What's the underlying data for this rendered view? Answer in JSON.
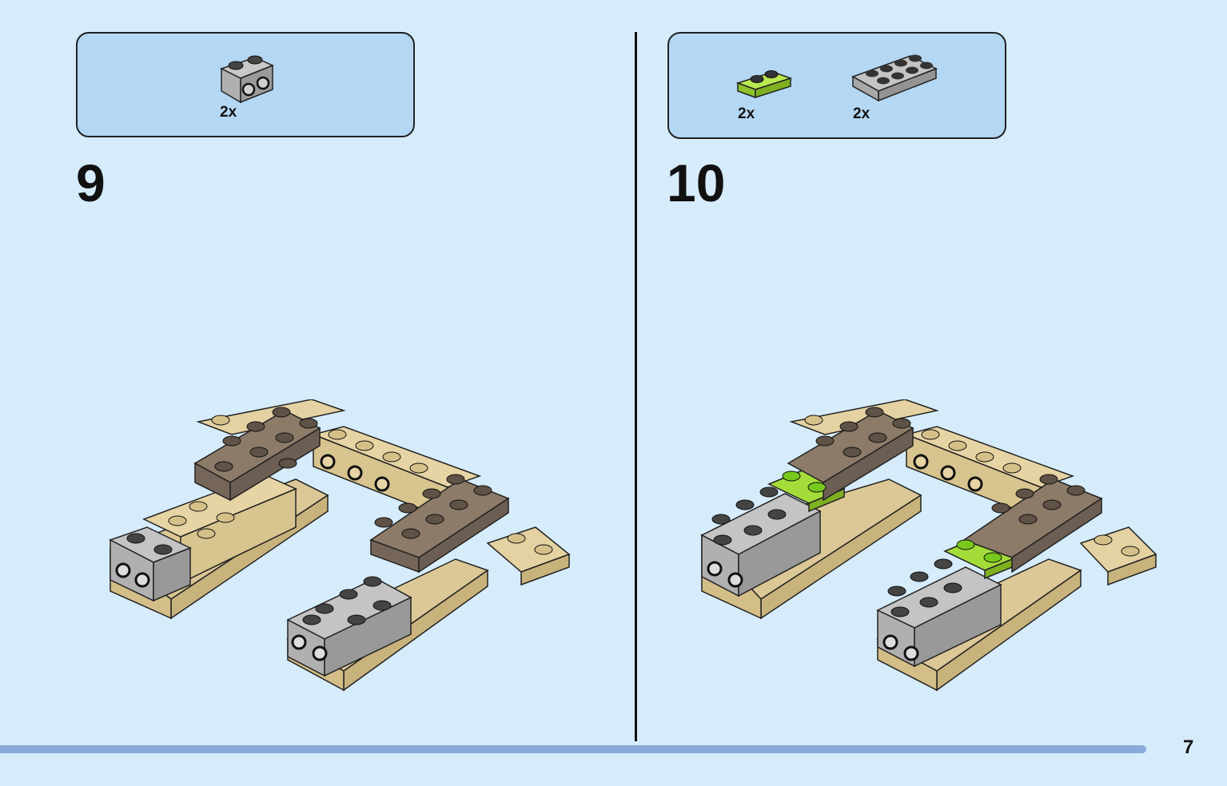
{
  "steps": [
    {
      "number": "9",
      "parts": [
        {
          "icon": "brick-1x2-with-studs-on-side",
          "color": "#a9a9a9",
          "quantity": "2x"
        }
      ]
    },
    {
      "number": "10",
      "parts": [
        {
          "icon": "plate-1x2",
          "color": "#a4dc3a",
          "quantity": "2x"
        },
        {
          "icon": "plate-2x4",
          "color": "#a9a9a9",
          "quantity": "2x"
        }
      ]
    }
  ],
  "page_number": "7",
  "colors": {
    "background": "#d6ecfb",
    "callout": "#b4d7f3",
    "tan": "#dcc896",
    "dark_tan": "#8c7b68",
    "light_gray": "#a9a9a9",
    "lime": "#a4dc3a",
    "footer_bar": "#88abda"
  }
}
